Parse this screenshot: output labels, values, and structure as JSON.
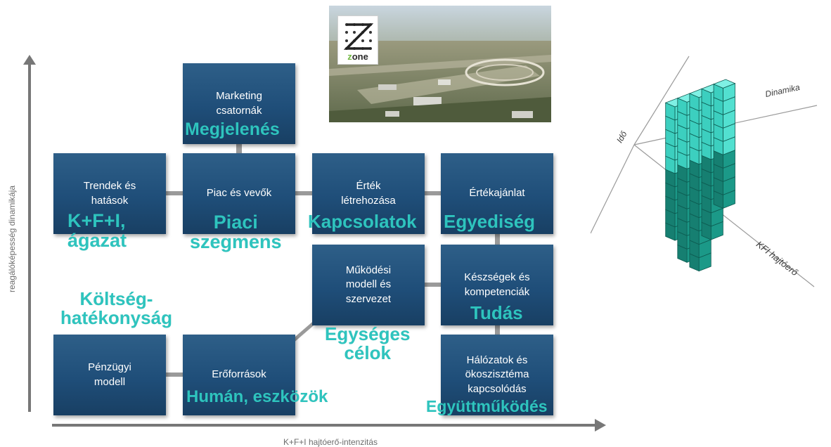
{
  "axes": {
    "y_label": "reagálóképesség dinamikája",
    "x_label": "K+F+I hajtóerő-intenzitás"
  },
  "boxes": [
    {
      "text": "Marketing\ncsatornák",
      "accent": "Megjelenés"
    },
    {
      "text": "Trendek és\nhatások",
      "accent": "K+F+I,\nágazat"
    },
    {
      "text": "Piac és vevők",
      "accent": "Piaci\nszegmens"
    },
    {
      "text": "Érték\nlétrehozása",
      "accent": "Kapcsolatok"
    },
    {
      "text": "Értékajánlat",
      "accent": "Egyediség"
    },
    {
      "text": "Működési\nmodell és\nszervezet",
      "accent": "Egységes\ncélok"
    },
    {
      "text": "Készségek és\nkompetenciák",
      "accent": "Tudás"
    },
    {
      "text": "Pénzügyi\nmodell",
      "accent": "Költség-\nhatékonyság"
    },
    {
      "text": "Erőforrások",
      "accent": "Humán, eszközök"
    },
    {
      "text": "Hálózatok és\nökoszisztéma\nkapcsolódás",
      "accent": "Együttműködés"
    }
  ],
  "photo": {
    "logo_word_accent": "z",
    "logo_word_rest": "one"
  },
  "cube_figure": {
    "axis_label_dynamics": "Dinamika",
    "axis_label_time": "Idő",
    "axis_label_kfi": "KFI hajtóerő"
  },
  "colors": {
    "box_fill": "#1f4e79",
    "accent_text": "#2ec4be",
    "axis": "#777777",
    "cube_light": "#52e0d0",
    "cube_dark": "#1b9988"
  }
}
